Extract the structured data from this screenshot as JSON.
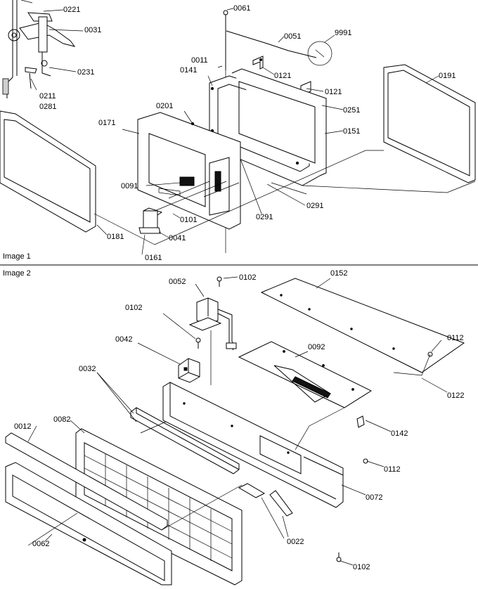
{
  "panels": {
    "top": {
      "label": "Image 1",
      "parts": [
        "0221",
        "0031",
        "0231",
        "0211",
        "0281",
        "0061",
        "0051",
        "9991",
        "0011",
        "0141",
        "0121",
        "0121",
        "0191",
        "0201",
        "0251",
        "0171",
        "0151",
        "0091",
        "0101",
        "0041",
        "0161",
        "0181",
        "0291",
        "0291"
      ]
    },
    "bottom": {
      "label": "Image 2",
      "parts": [
        "0052",
        "0102",
        "0152",
        "0102",
        "0042",
        "0092",
        "0112",
        "0032",
        "0122",
        "0012",
        "0082",
        "0142",
        "0112",
        "0072",
        "0062",
        "0102",
        "0022"
      ]
    }
  }
}
